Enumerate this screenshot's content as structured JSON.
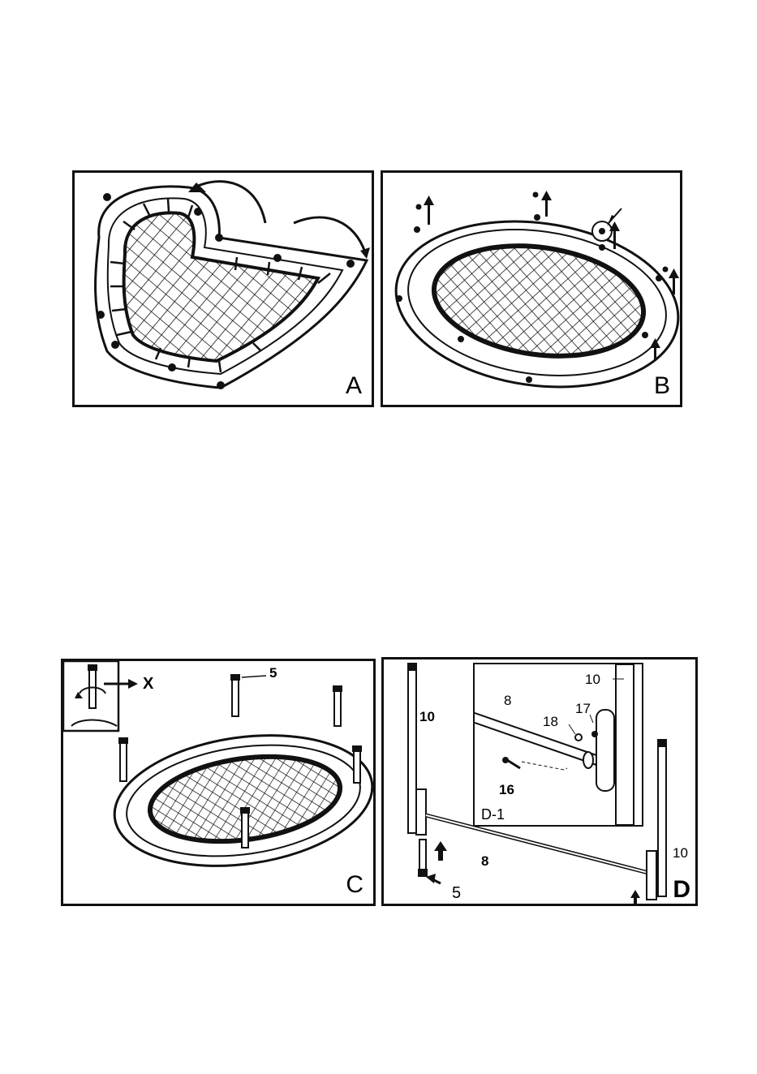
{
  "panels": {
    "a": {
      "label": "A"
    },
    "b": {
      "label": "B"
    },
    "c": {
      "label": "C",
      "callouts": {
        "part_5": "5",
        "x": "X"
      }
    },
    "d": {
      "label": "D",
      "inset_label": "D-1",
      "callouts": {
        "p10_left": "10",
        "p10_inset": "10",
        "p10_right": "10",
        "p8_inset": "8",
        "p8_bar": "8",
        "p17": "17",
        "p18": "18",
        "p16": "16",
        "p5": "5"
      }
    }
  }
}
